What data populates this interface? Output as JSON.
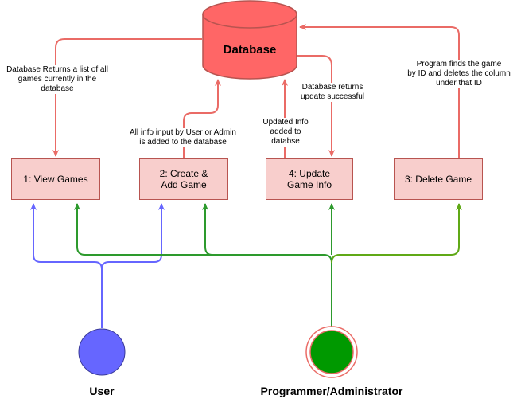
{
  "database": {
    "label": "Database"
  },
  "boxes": [
    {
      "id": "view",
      "label": "1: View Games"
    },
    {
      "id": "create",
      "label": "2: Create & Add Game"
    },
    {
      "id": "update",
      "label": "4: Update Game Info"
    },
    {
      "id": "delete",
      "label": "3: Delete Game"
    }
  ],
  "edge_labels": {
    "returns_list": [
      "Database Returns a list of all",
      "games currently in the",
      "database"
    ],
    "info_input": [
      "All info input by User or Admin",
      "is added to the database"
    ],
    "updated_info": [
      "Updated Info",
      "added to",
      "databse"
    ],
    "update_success": [
      "Database returns",
      "update successful"
    ],
    "finds_game": [
      "Program finds the game",
      "by ID and deletes the column",
      "under that ID"
    ]
  },
  "actors": {
    "user": "User",
    "admin": "Programmer/Administrator"
  },
  "colors": {
    "database_fill": "#ff6666",
    "database_stroke": "#b85450",
    "box_fill": "#f8cecc",
    "box_stroke": "#b85450",
    "db_edges": "#ea6b66",
    "user": "#6666ff",
    "user_edges": "#6666ff",
    "admin": "#009900",
    "admin_edges": "#2d9a2d",
    "admin_ring": "#f19c99"
  }
}
